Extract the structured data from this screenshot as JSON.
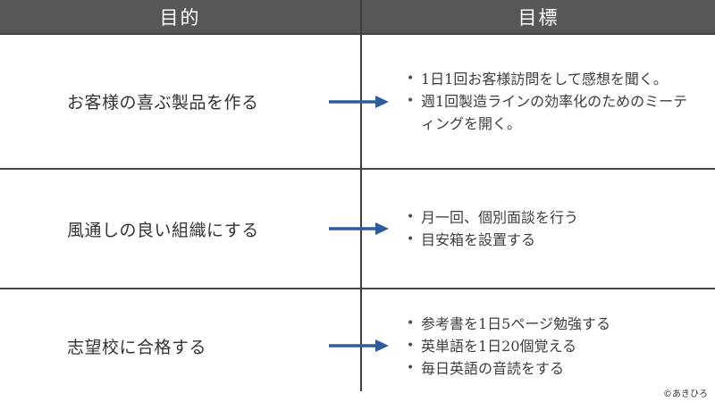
{
  "header": {
    "purpose_label": "目的",
    "goal_label": "目標"
  },
  "rows": [
    {
      "purpose": "お客様の喜ぶ製品を作る",
      "goals": [
        "1日1回お客様訪問をして感想を聞く。",
        "週1回製造ラインの効率化のためのミーティングを開く。"
      ]
    },
    {
      "purpose": "風通しの良い組織にする",
      "goals": [
        "月一回、個別面談を行う",
        "目安箱を設置する"
      ]
    },
    {
      "purpose": "志望校に合格する",
      "goals": [
        "参考書を1日5ページ勉強する",
        "英単語を1日20個覚える",
        "毎日英語の音読をする"
      ]
    }
  ],
  "credit": "©あきひろ",
  "colors": {
    "header_bg": "#575757",
    "line": "#404040",
    "arrow": "#2F5B9D",
    "text": "#333333"
  }
}
